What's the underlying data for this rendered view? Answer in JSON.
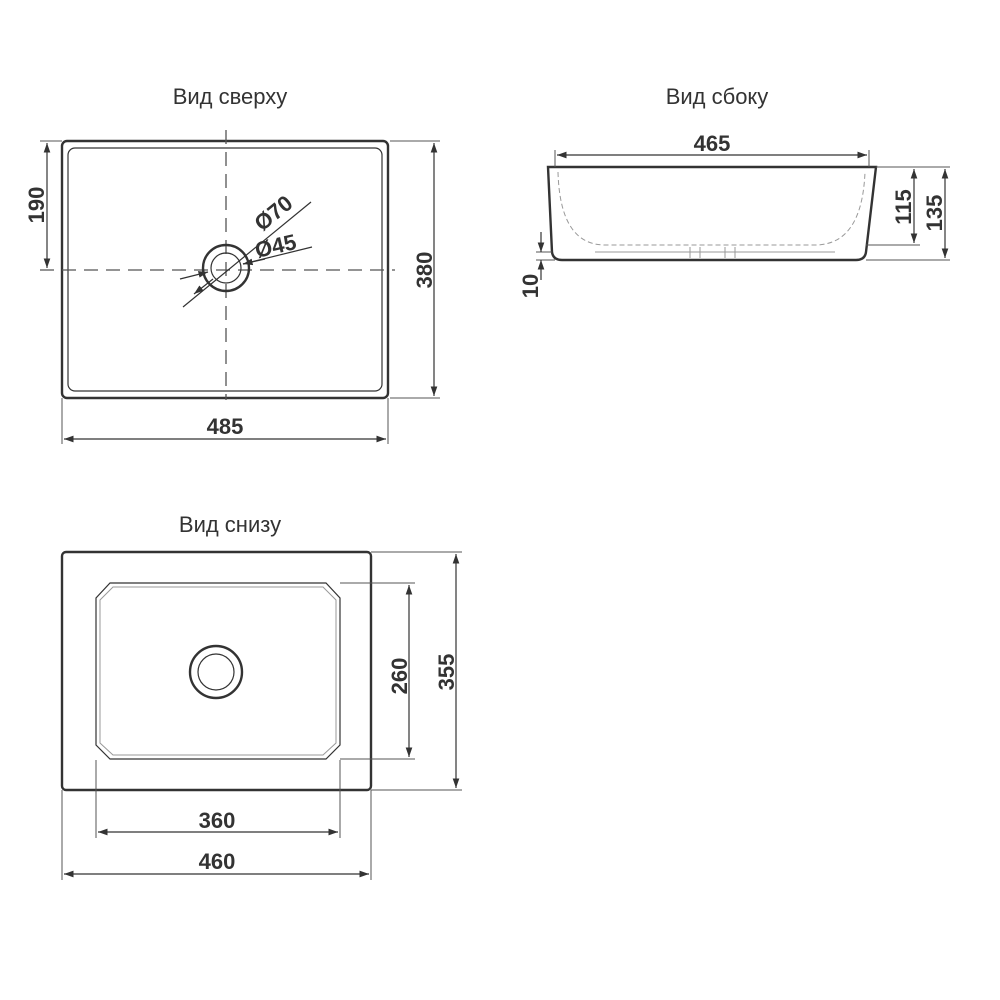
{
  "views": {
    "top": {
      "title": "Вид сверху",
      "width": "485",
      "depth": "380",
      "drain_offset": "190",
      "outer_diameter": "Ø70",
      "inner_diameter": "Ø45"
    },
    "side": {
      "title": "Вид сбоку",
      "top_width": "465",
      "inner_height": "115",
      "total_height": "135",
      "base_height": "10"
    },
    "bottom": {
      "title": "Вид снизу",
      "base_width": "360",
      "outer_width": "460",
      "base_depth": "260",
      "outer_depth": "355"
    }
  }
}
